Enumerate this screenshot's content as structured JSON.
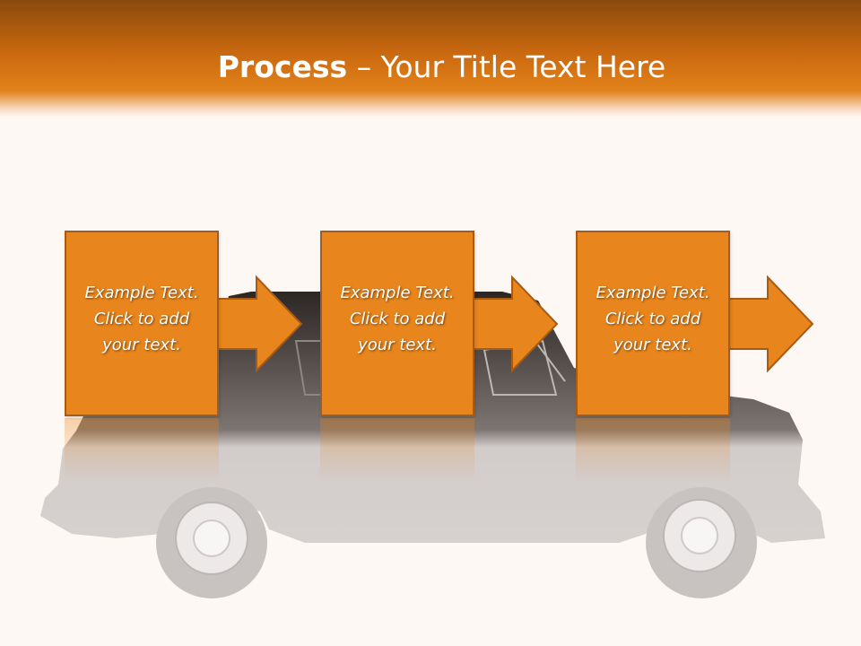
{
  "slide": {
    "title_bold": "Process",
    "title_rest": " – Your Title Text Here"
  },
  "steps": [
    {
      "text": "Example Text.\nClick  to add\nyour text."
    },
    {
      "text": "Example Text.\nClick  to add\nyour text."
    },
    {
      "text": "Example Text.\nClick  to add\nyour text."
    }
  ],
  "colors": {
    "accent": "#e8851c",
    "accent_border": "#a85b14",
    "header_dark": "#8a4a0d",
    "background": "#fdf8f4"
  }
}
